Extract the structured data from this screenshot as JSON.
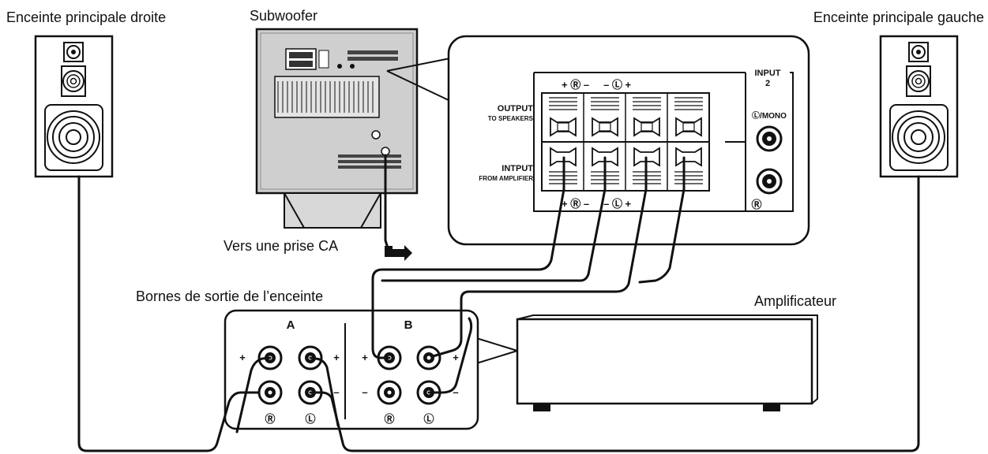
{
  "labels": {
    "right_speaker": "Enceinte principale droite",
    "subwoofer": "Subwoofer",
    "left_speaker": "Enceinte principale gauche",
    "ac_outlet": "Vers une prise CA",
    "speaker_terminals": "Bornes de sortie de l’enceinte",
    "amplifier": "Amplificateur"
  },
  "panel": {
    "output_line1": "OUTPUT",
    "output_line2": "TO SPEAKERS",
    "input_line1": "INTPUT",
    "input_line2": "FROM AMPLIFIER",
    "input2_line1": "INPUT",
    "input2_line2": "2",
    "mono": "Ⓛ/MONO",
    "r_jack": "Ⓡ",
    "top_markers": "+ Ⓡ –     – Ⓛ +",
    "bottom_markers": "+ Ⓡ –     – Ⓛ +"
  },
  "amp_terminals": {
    "group_a": "A",
    "group_b": "B",
    "plus": "+",
    "minus": "–",
    "r": "Ⓡ",
    "l": "Ⓛ"
  },
  "colors": {
    "line": "#111111",
    "subwoofer_body": "#cfcfcf",
    "subwoofer_panel": "#e4e4e4"
  }
}
